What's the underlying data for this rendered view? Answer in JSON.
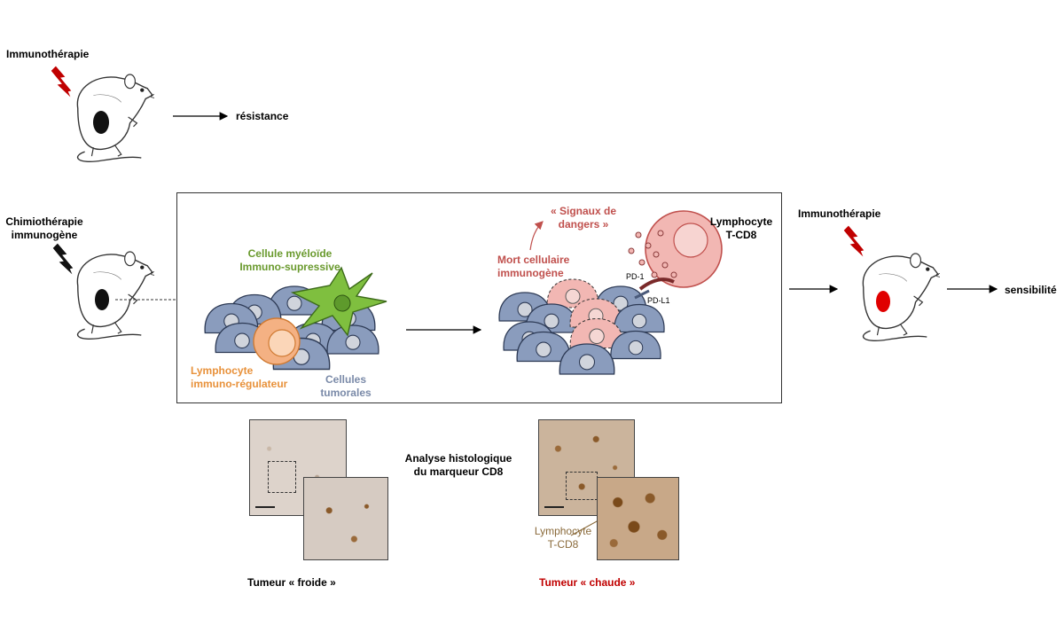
{
  "top": {
    "treatment": "Immunothérapie",
    "outcome": "résistance"
  },
  "left": {
    "treatment_line1": "Chimiothérapie",
    "treatment_line2": "immunogène"
  },
  "panel": {
    "myeloid_line1": "Cellule myéloïde",
    "myeloid_line2": "Immuno-supressive",
    "treg_line1": "Lymphocyte",
    "treg_line2": "immuno-régulateur",
    "tumor_line1": "Cellules",
    "tumor_line2": "tumorales",
    "signals_line1": "« Signaux de",
    "signals_line2": "dangers »",
    "death_line1": "Mort cellulaire",
    "death_line2": "immunogène",
    "cd8_line1": "Lymphocyte",
    "cd8_line2": "T-CD8",
    "pd1": "PD-1",
    "pdl1": "PD-L1"
  },
  "right": {
    "treatment": "Immunothérapie",
    "outcome": "sensibilité"
  },
  "histology": {
    "title_line1": "Analyse histologique",
    "title_line2": "du marqueur CD8",
    "cold": "Tumeur « froide »",
    "hot": "Tumeur « chaude »",
    "cd8_line1": "Lymphocyte",
    "cd8_line2": "T-CD8"
  },
  "colors": {
    "myeloid": "#6a9a2e",
    "treg": "#e8913a",
    "tumor": "#7a8aa8",
    "death": "#c0504d",
    "hot_title": "#c00000",
    "cd8_label": "#8a6a3a"
  }
}
